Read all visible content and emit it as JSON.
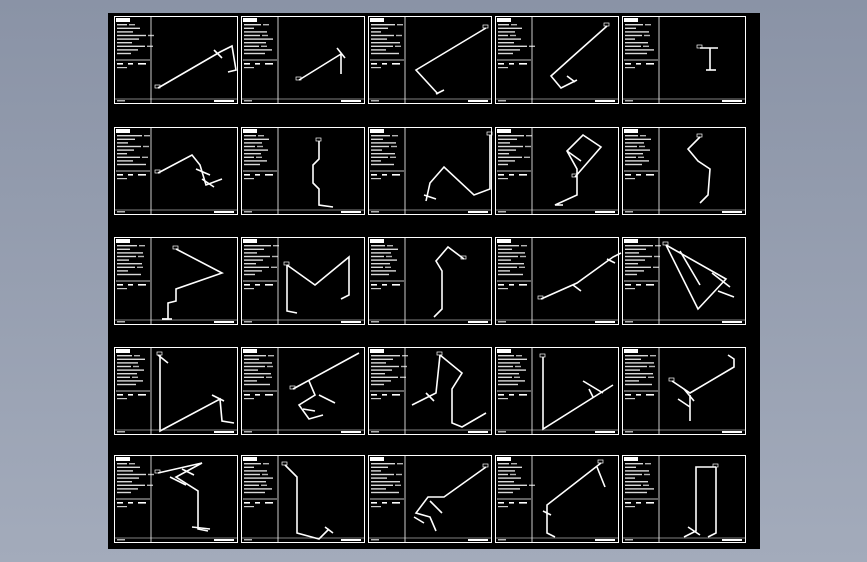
{
  "viewer": {
    "background_color": "#97a0b2",
    "sheet_color": "#000000",
    "line_color": "#ffffff"
  },
  "drawing_sheet": {
    "rows": 5,
    "cols": 5,
    "panel_type": "isometric-pipe-drawing",
    "panels": [
      {
        "id": "r1c1",
        "shape": "diagonal-run"
      },
      {
        "id": "r1c2",
        "shape": "short-diagonal"
      },
      {
        "id": "r1c3",
        "shape": "chevron"
      },
      {
        "id": "r1c4",
        "shape": "z-bend"
      },
      {
        "id": "r1c5",
        "shape": "small-tee"
      },
      {
        "id": "r2c1",
        "shape": "cross-fitting"
      },
      {
        "id": "r2c2",
        "shape": "vertical-offset"
      },
      {
        "id": "r2c3",
        "shape": "zigzag"
      },
      {
        "id": "r2c4",
        "shape": "loop-riser"
      },
      {
        "id": "r2c5",
        "shape": "angled-drop"
      },
      {
        "id": "r3c1",
        "shape": "triangle-loop"
      },
      {
        "id": "r3c2",
        "shape": "m-shape"
      },
      {
        "id": "r3c3",
        "shape": "hook"
      },
      {
        "id": "r3c4",
        "shape": "long-diagonal"
      },
      {
        "id": "r3c5",
        "shape": "triangle-fitting"
      },
      {
        "id": "r4c1",
        "shape": "l-riser"
      },
      {
        "id": "r4c2",
        "shape": "branch-run"
      },
      {
        "id": "r4c3",
        "shape": "s-bend"
      },
      {
        "id": "r4c4",
        "shape": "tall-l"
      },
      {
        "id": "r4c5",
        "shape": "elbow-run"
      },
      {
        "id": "r5c1",
        "shape": "riser-cluster"
      },
      {
        "id": "r5c2",
        "shape": "j-shape"
      },
      {
        "id": "r5c3",
        "shape": "step-run"
      },
      {
        "id": "r5c4",
        "shape": "diagonal-drop"
      },
      {
        "id": "r5c5",
        "shape": "u-riser"
      }
    ]
  }
}
